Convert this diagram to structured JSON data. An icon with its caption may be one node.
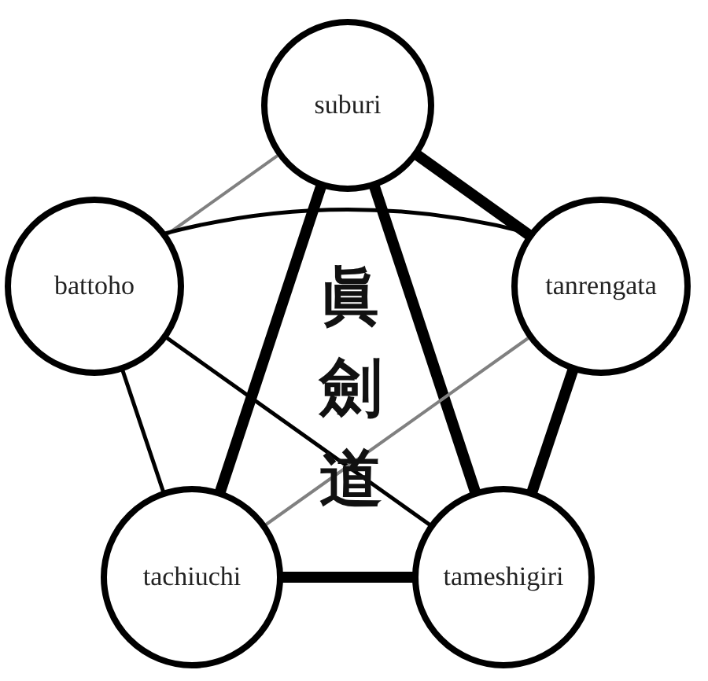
{
  "diagram": {
    "nodes": [
      {
        "text": [
          "suburi"
        ]
      },
      {
        "text": [
          "battoho"
        ]
      },
      {
        "text": [
          "tanrengata"
        ]
      },
      {
        "text": [
          "tachiuchi"
        ]
      },
      {
        "text": [
          "tameshigiri"
        ]
      }
    ],
    "edges": [
      {
        "from": 0,
        "to": 1,
        "arrow": "none",
        "color": "#808080"
      },
      {
        "from": 0,
        "to": 2,
        "arrow": "none",
        "style": "thick"
      },
      {
        "from": 0,
        "to": 3,
        "arrow": "none",
        "style": "thick"
      },
      {
        "from": 0,
        "to": 4,
        "arrow": "none",
        "style": "thick"
      },
      {
        "from": 1,
        "to": 2,
        "arrow": "none"
      },
      {
        "from": 1,
        "to": 3,
        "arrow": "none"
      },
      {
        "from": 1,
        "to": 4,
        "arrow": "none"
      },
      {
        "from": 2,
        "to": 3,
        "arrow": "none",
        "color": "#808080"
      },
      {
        "from": 2,
        "to": 4,
        "arrow": "none",
        "style": "thick"
      },
      {
        "from": 3,
        "to": 4,
        "arrow": "none",
        "style": "thick"
      }
    ],
    "labels": [
      "眞劍道"
    ]
  }
}
